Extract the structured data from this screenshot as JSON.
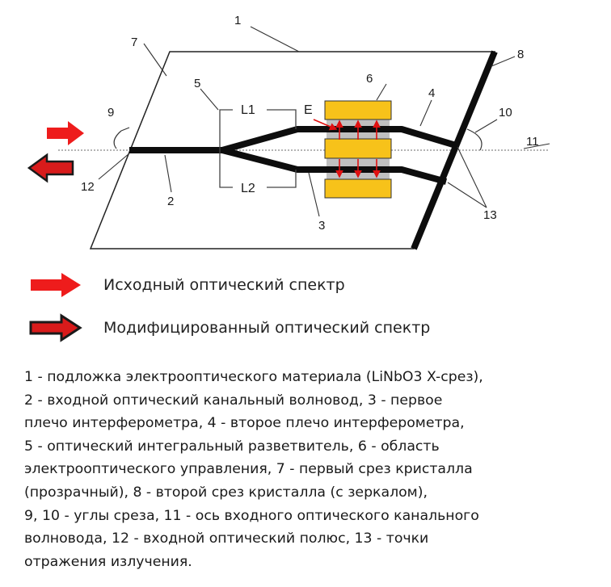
{
  "diagram": {
    "labels": {
      "n1": "1",
      "n2": "2",
      "n3": "3",
      "n4": "4",
      "n5": "5",
      "n6": "6",
      "n7": "7",
      "n8": "8",
      "n9": "9",
      "n10": "10",
      "n11": "11",
      "n12": "12",
      "n13": "13",
      "L1": "L1",
      "L2": "L2",
      "E": "E"
    },
    "colors": {
      "input_arrow": "#ee1c1c",
      "output_arrow_fill": "#d81b1b",
      "output_arrow_stroke": "#1a1a1a",
      "electrode": "#f7c21a",
      "electrode_gap": "#c0c0c0",
      "field_arrow": "#e01010",
      "waveguide": "#0d0d0d"
    }
  },
  "legend": {
    "items": [
      {
        "text": "Исходный оптический спектр"
      },
      {
        "text": "Модифицированный оптический спектр"
      }
    ]
  },
  "caption": {
    "lines": [
      "1 - подложка электрооптического материала (LiNbO3 X-срез),",
      "2 - входной оптический канальный волновод, 3 - первое",
      "плечо интерферометра, 4 - второе плечо интерферометра,",
      "5 - оптический интегральный разветвитель, 6 - область",
      "электрооптического управления, 7 - первый срез кристалла",
      "(прозрачный), 8 - второй срез кристалла (с зеркалом),",
      "9, 10 - углы среза, 11 - ось входного оптического канального",
      "волновода, 12 - входной оптический полюс, 13 - точки",
      "отражения излучения."
    ]
  }
}
